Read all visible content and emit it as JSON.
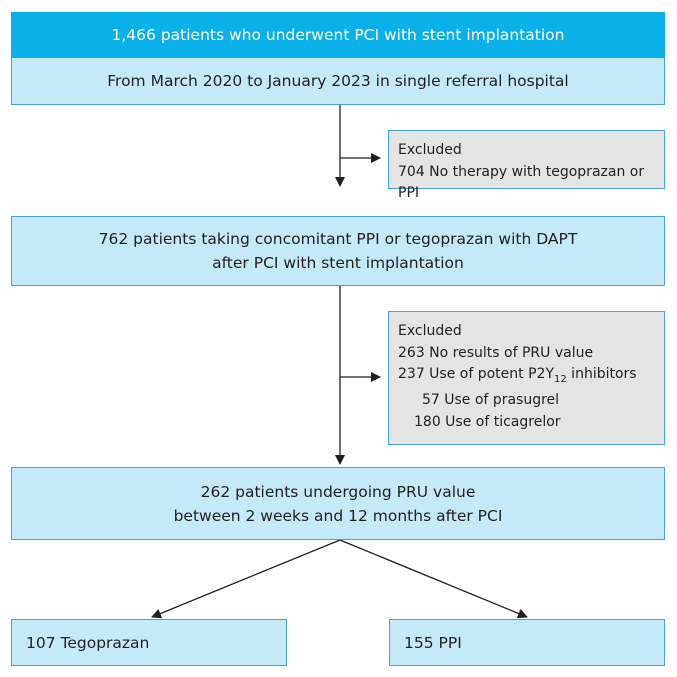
{
  "flowchart": {
    "header": "1,466 patients who underwent PCI with stent implantation",
    "period": "From March 2020 to January 2023 in single referral hospital",
    "exclusion1": {
      "title": "Excluded",
      "lines": [
        "704 No therapy with tegoprazan or PPI"
      ]
    },
    "step2": {
      "line1": "762 patients taking concomitant PPI or tegoprazan with DAPT",
      "line2": "after PCI with stent implantation"
    },
    "exclusion2": {
      "title": "Excluded",
      "line_prru": "263 No results of PRU value",
      "line_potent_prefix": "237 Use of potent P2Y",
      "line_potent_sub": "12",
      "line_potent_suffix": " inhibitors",
      "line_prasugrel": "57 Use of prasugrel",
      "line_ticagrelor": "180 Use of ticagrelor"
    },
    "step3": {
      "line1": "262 patients undergoing PRU value",
      "line2": "between 2 weeks and 12 months after PCI"
    },
    "group_left": "107 Tegoprazan",
    "group_right": "155 PPI"
  },
  "colors": {
    "header_fill": "#0ab0e8",
    "box_fill": "#c6e9f8",
    "box_border": "#4aa3d8",
    "exclusion_fill": "#e4e4e4",
    "arrow": "#231f20"
  }
}
